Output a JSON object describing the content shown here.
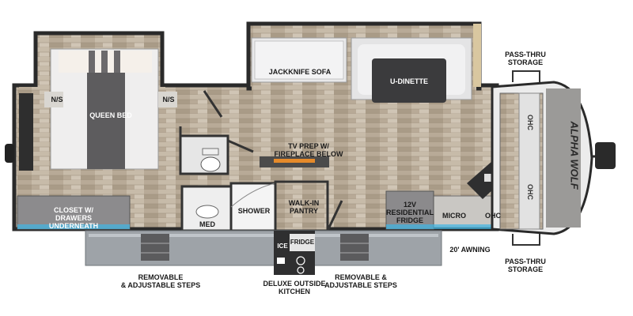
{
  "floorplan": {
    "colors": {
      "wood": "#b9aa96",
      "carpet": "#59585a",
      "wall": "#2a2a2a",
      "awning": "#9aa0a6",
      "accent_blue": "#3fb6e6"
    },
    "labels": {
      "jackknife_sofa": "JACKKNIFE SOFA",
      "u_dinette": "U-DINETTE",
      "queen_bed": "QUEEN BED",
      "ns_left": "N/S",
      "ns_right": "N/S",
      "tv_prep": "TV PREP W/\nFIREPLACE BELOW",
      "closet": "CLOSET W/\nDRAWERS\nUNDERNEATH",
      "med": "MED",
      "shower": "SHOWER",
      "walk_in_pantry": "WALK-IN\nPANTRY",
      "fridge": "12V\nRESIDENTIAL\nFRIDGE",
      "micro": "MICRO",
      "ohc_right": "OHC",
      "ohc_top": "OHC",
      "ohc_bottom": "OHC",
      "pass_thru_top": "PASS-THRU\nSTORAGE",
      "pass_thru_bottom": "PASS-THRU\nSTORAGE",
      "awning": "20' AWNING",
      "steps_left": "REMOVABLE\n& ADJUSTABLE STEPS",
      "steps_right": "REMOVABLE &\nADJUSTABLE STEPS",
      "outside_kitchen": "DELUXE OUTSIDE\nKITCHEN",
      "ice": "ICE",
      "outside_fridge": "FRIDGE",
      "brand": "ALPHA WOLF"
    }
  }
}
